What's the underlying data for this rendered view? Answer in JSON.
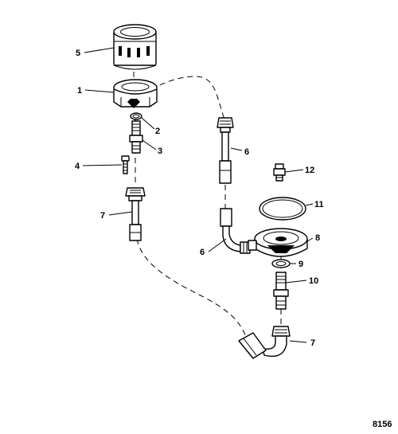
{
  "figure_id": "8156",
  "callouts": {
    "c1": "1",
    "c2": "2",
    "c3": "3",
    "c4": "4",
    "c5": "5",
    "c6a": "6",
    "c6b": "6",
    "c7a": "7",
    "c7b": "7",
    "c8": "8",
    "c9": "9",
    "c10": "10",
    "c11": "11",
    "c12": "12"
  }
}
